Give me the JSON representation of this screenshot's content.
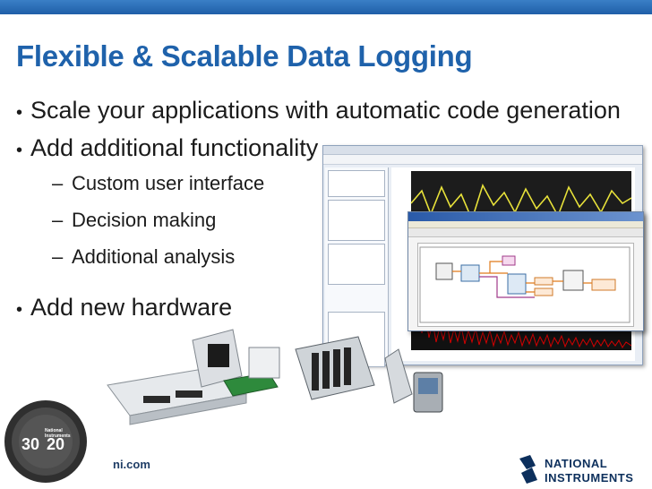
{
  "slide": {
    "title": "Flexible & Scalable Data Logging",
    "bullets": [
      {
        "mark": "•",
        "text": "Scale your applications with automatic code generation"
      },
      {
        "mark": "•",
        "text": "Add additional functionality"
      }
    ],
    "sub_bullets": [
      {
        "mark": "–",
        "text": "Custom user interface"
      },
      {
        "mark": "–",
        "text": "Decision making"
      },
      {
        "mark": "–",
        "text": "Additional analysis"
      }
    ],
    "last_bullet": {
      "mark": "•",
      "text": "Add new hardware"
    }
  },
  "footer": {
    "website": "ni.com",
    "logo_lines": [
      "NATIONAL",
      "INSTRUMENTS"
    ]
  },
  "colors": {
    "title": "#1f62ab",
    "top_bar": "#2a6db8",
    "text": "#1b1b1b",
    "plot_trace": "#e8e23a",
    "spectrum": "#d40000"
  },
  "icons": {
    "seal": "anniversary-seal-icon",
    "logo": "ni-eagle-logo-icon"
  }
}
